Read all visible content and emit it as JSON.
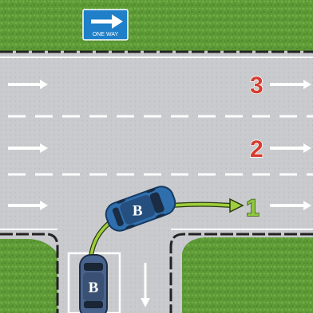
{
  "sign": {
    "text": "ONE WAY",
    "icon": "right-arrow-icon"
  },
  "lanes": [
    {
      "number": "3",
      "color": "#d63c2f"
    },
    {
      "number": "2",
      "color": "#d63c2f"
    },
    {
      "number": "1",
      "color": "#8cc63f"
    }
  ],
  "cars": [
    {
      "label": "B",
      "state": "turning"
    },
    {
      "label": "B",
      "state": "waiting"
    }
  ],
  "colors": {
    "grass": "#5e9a36",
    "road": "#c9cacd",
    "sign": "#1f7fc9",
    "car": "#2f6fae",
    "turn_path": "#5a6e1e"
  }
}
